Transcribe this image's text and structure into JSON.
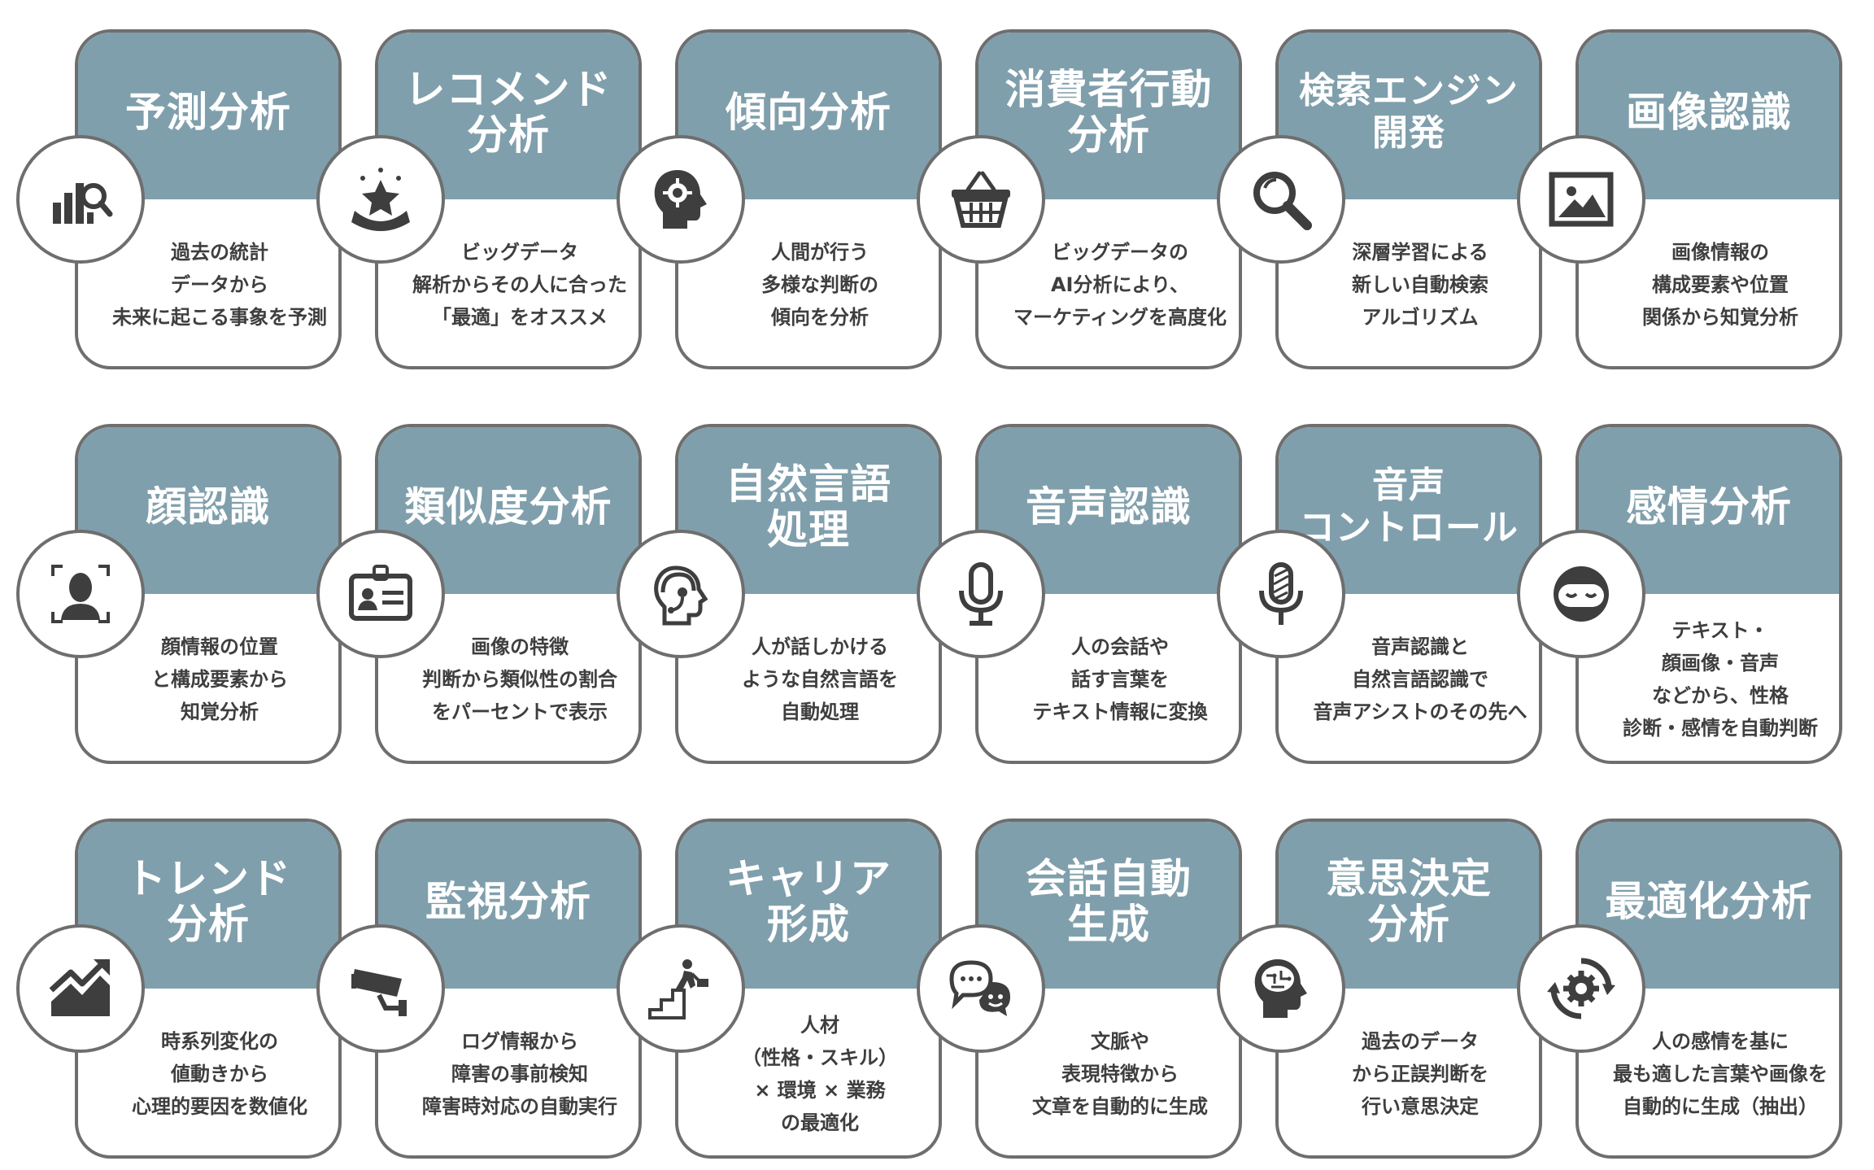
{
  "cards": [
    {
      "title": "予測分析",
      "desc": "過去の統計\nデータから\n未来に起こる事象を予測",
      "icon": "bar-chart-search-icon"
    },
    {
      "title": "レコメンド\n分析",
      "desc": "ビッグデータ\n解析からその人に合った\n「最適」をオススメ",
      "icon": "star-award-icon"
    },
    {
      "title": "傾向分析",
      "desc": "人間が行う\n多様な判断の\n傾向を分析",
      "icon": "head-gear-icon"
    },
    {
      "title": "消費者行動\n分析",
      "desc": "ビッグデータの\nAI分析により、\nマーケティングを高度化",
      "icon": "shopping-basket-icon"
    },
    {
      "title": "検索エンジン\n開発",
      "desc": "深層学習による\n新しい自動検索\nアルゴリズム",
      "icon": "magnifier-icon"
    },
    {
      "title": "画像認識",
      "desc": "画像情報の\n構成要素や位置\n関係から知覚分析",
      "icon": "picture-icon"
    },
    {
      "title": "顔認識",
      "desc": "顔情報の位置\nと構成要素から\n知覚分析",
      "icon": "face-scan-icon"
    },
    {
      "title": "類似度分析",
      "desc": "画像の特徴\n判断から類似性の割合\nをパーセントで表示",
      "icon": "id-card-icon"
    },
    {
      "title": "自然言語\n処理",
      "desc": "人が話しかける\nような自然言語を\n自動処理",
      "icon": "headset-head-icon"
    },
    {
      "title": "音声認識",
      "desc": "人の会話や\n話す言葉を\nテキスト情報に変換",
      "icon": "microphone-icon"
    },
    {
      "title": "音声\nコントロール",
      "desc": "音声認識と\n自然言語認識で\n音声アシストのその先へ",
      "icon": "microphone-striped-icon"
    },
    {
      "title": "感情分析",
      "desc": "テキスト・\n顔画像・音声\nなどから、性格\n診断・感情を自動判断",
      "icon": "calm-face-icon"
    },
    {
      "title": "トレンド\n分析",
      "desc": "時系列変化の\n値動きから\n心理的要因を数値化",
      "icon": "trend-chart-icon"
    },
    {
      "title": "監視分析",
      "desc": "ログ情報から\n障害の事前検知\n障害時対応の自動実行",
      "icon": "security-camera-icon"
    },
    {
      "title": "キャリア\n形成",
      "desc": "人材\n（性格・スキル）\n× 環境 × 業務\nの最適化",
      "icon": "career-stairs-icon"
    },
    {
      "title": "会話自動\n生成",
      "desc": "文脈や\n表現特徴から\n文章を自動的に生成",
      "icon": "chat-bubbles-icon"
    },
    {
      "title": "意思決定\n分析",
      "desc": "過去のデータ\nから正誤判断を\n行い意思決定",
      "icon": "brain-head-icon"
    },
    {
      "title": "最適化分析",
      "desc": "人の感情を基に\n最も適した言葉や画像を\n自動的に生成（抽出）",
      "icon": "gear-cycle-icon"
    }
  ],
  "colors": {
    "header": "#809fac",
    "border": "#6e6e6e",
    "icon": "#3e3e3e",
    "text": "#3e3e3e",
    "title_text": "#ffffff"
  }
}
